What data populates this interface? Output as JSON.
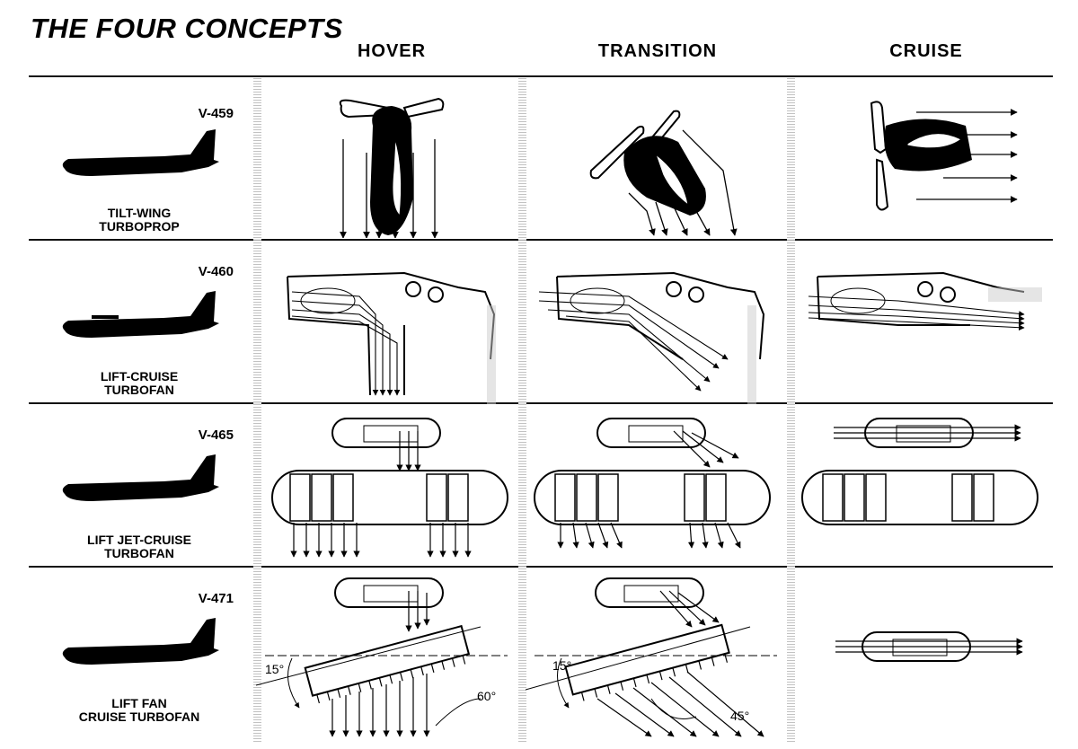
{
  "title": "THE FOUR CONCEPTS",
  "columns": [
    "HOVER",
    "TRANSITION",
    "CRUISE"
  ],
  "concepts": [
    {
      "code": "V-459",
      "name_line1": "TILT-WING",
      "name_line2": "TURBOPROP"
    },
    {
      "code": "V-460",
      "name_line1": "LIFT-CRUISE",
      "name_line2": "TURBOFAN"
    },
    {
      "code": "V-465",
      "name_line1": "LIFT JET-CRUISE",
      "name_line2": "TURBOFAN"
    },
    {
      "code": "V-471",
      "name_line1": "LIFT FAN",
      "name_line2": "CRUISE TURBOFAN"
    }
  ],
  "angles": {
    "hover_tilt": "15°",
    "hover_deflect": "60°",
    "transition_tilt": "15°",
    "transition_deflect": "45°"
  }
}
